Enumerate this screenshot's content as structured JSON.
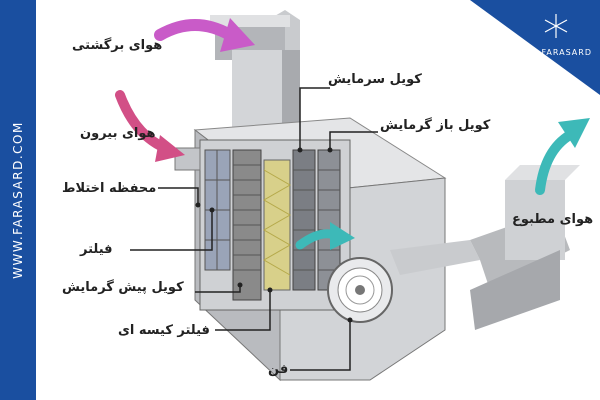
{
  "watermark": {
    "site": "WWW.FARASARD.COM",
    "logo": "FARASARD"
  },
  "colors": {
    "side_bar": "#1a4fa0",
    "arrow_return": "#c95bc8",
    "arrow_outside": "#d24f86",
    "arrow_supply": "#3db9b8",
    "casing": "#d9dadd",
    "leader": "#222222"
  },
  "labels": {
    "return_air": "هوای برگشتی",
    "outside_air": "هوای بیرون",
    "mixing_box": "محفظه اختلاط",
    "filter": "فیلتر",
    "preheat_coil": "کویل پیش گرمایش",
    "bag_filter": "فیلتر کیسه ای",
    "fan": "فن",
    "cooling_coil": "کویل سرمایش",
    "reheat_coil": "کویل باز گرمایش",
    "supply_air": "هوای مطبوع"
  }
}
